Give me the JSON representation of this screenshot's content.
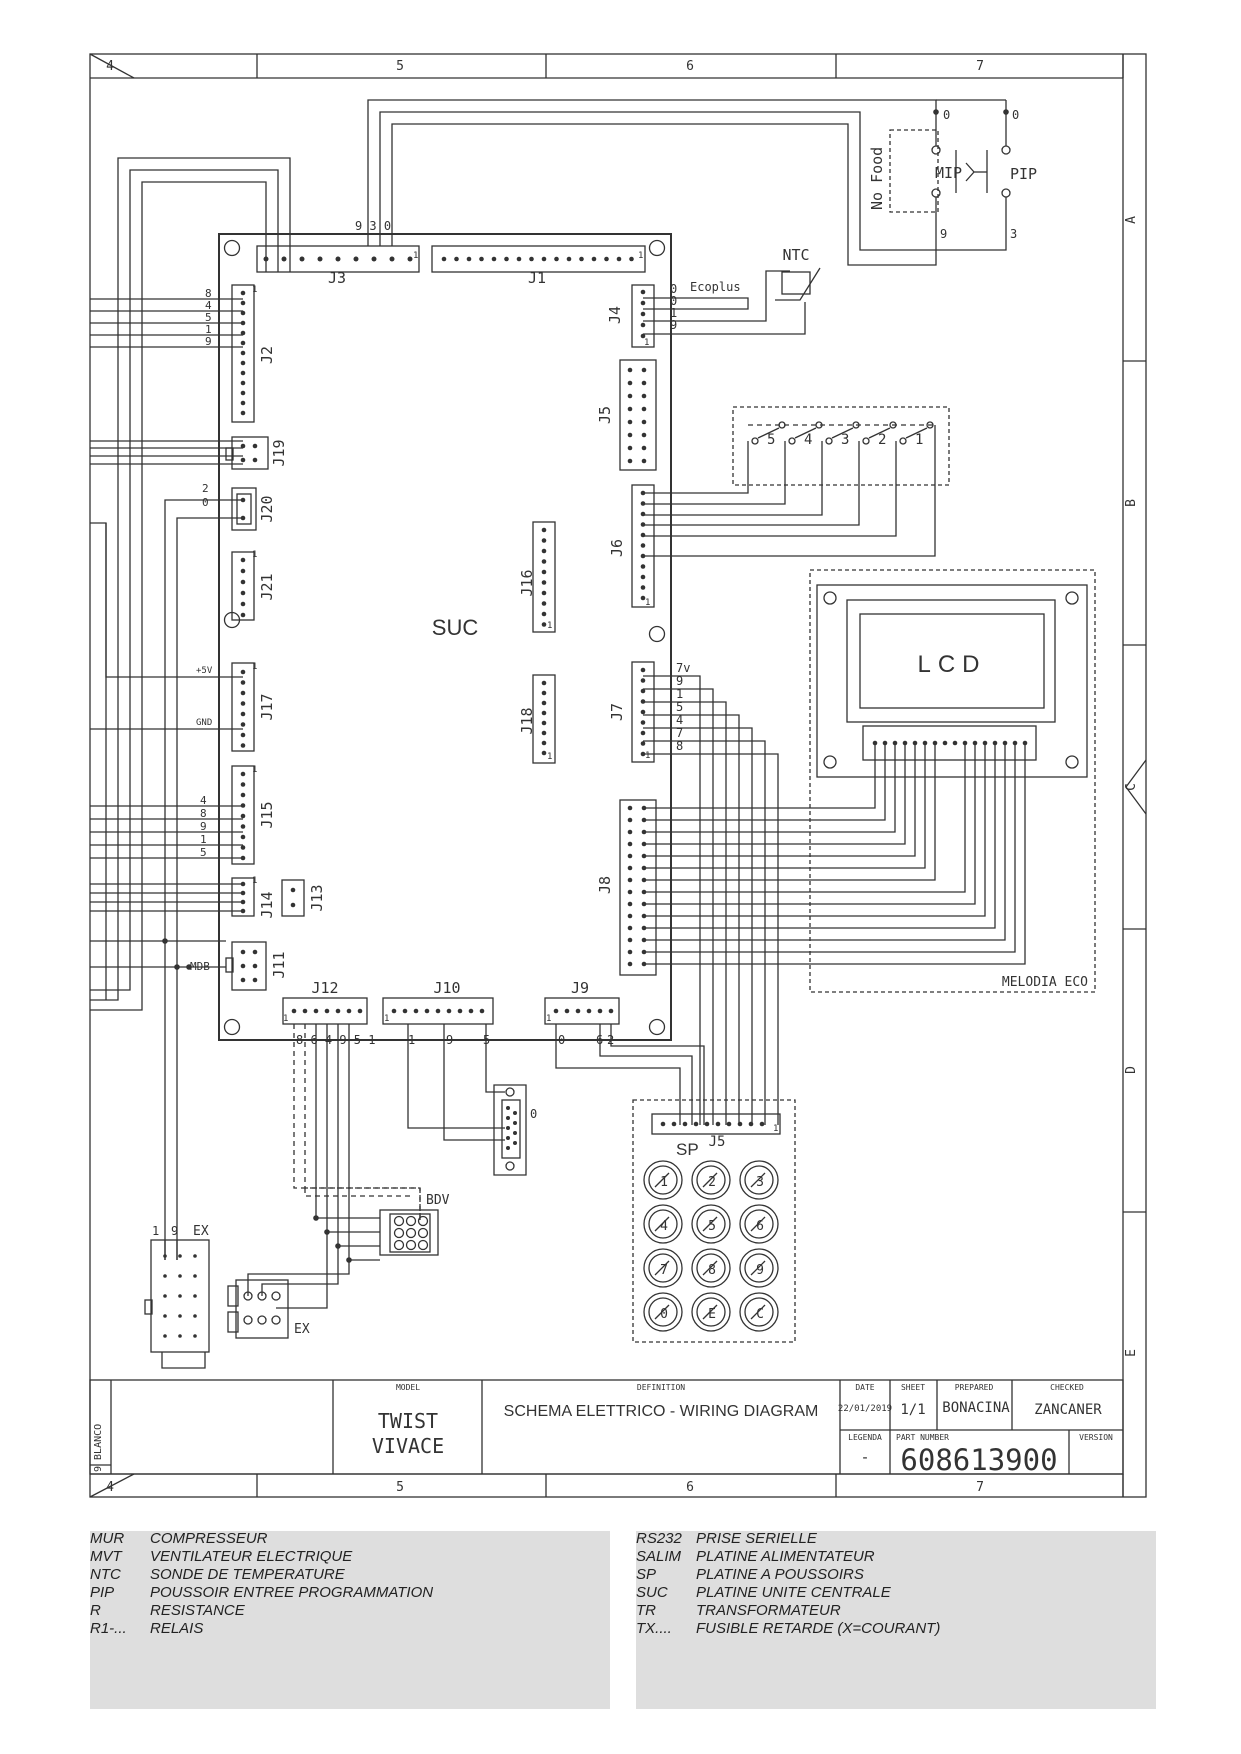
{
  "frame": {
    "columns_top": [
      "4",
      "5",
      "6",
      "7"
    ],
    "columns_bottom": [
      "4",
      "5",
      "6",
      "7"
    ],
    "rows": [
      "A",
      "B",
      "C",
      "D",
      "E"
    ]
  },
  "board": {
    "name": "SUC",
    "connectors": {
      "j1": "J1",
      "j2": "J2",
      "j3": "J3",
      "j4": "J4",
      "j5": "J5",
      "j6": "J6",
      "j7": "J7",
      "j8": "J8",
      "j9": "J9",
      "j10": "J10",
      "j11": "J11",
      "j12": "J12",
      "j13": "J13",
      "j14": "J14",
      "j15": "J15",
      "j16": "J16",
      "j17": "J17",
      "j18": "J18",
      "j19": "J19",
      "j20": "J20",
      "j21": "J21"
    },
    "j3_wires": "9 3 0",
    "j2_wires": [
      "8",
      "4",
      "5",
      "1",
      "9"
    ],
    "j20_wires": [
      "2",
      "0"
    ],
    "j17_labels": [
      "+5V",
      "GND"
    ],
    "j15_wires": [
      "4",
      "8",
      "9",
      "1",
      "5"
    ],
    "j4_wires": [
      "0",
      "0",
      "1",
      "9"
    ],
    "j7_wires": [
      "7v",
      "9",
      "1",
      "5",
      "4",
      "7",
      "8"
    ],
    "j12_wires": "8 6 4 9 5 1",
    "j10_wires": [
      "1",
      "9",
      "5"
    ],
    "j9_wires": [
      "0",
      "6",
      "2"
    ],
    "mdb": "MDB",
    "pin1": "1"
  },
  "components": {
    "ecoplus": "Ecoplus",
    "ntc": "NTC",
    "mip": "MIP",
    "pip": "PIP",
    "no_food": "No Food",
    "sw_terms": [
      "0",
      "0",
      "9",
      "3"
    ],
    "selector_contacts": [
      "5",
      "4",
      "3",
      "2",
      "1"
    ],
    "lcd": "LCD",
    "melodia": "MELODIA ECO",
    "bdv": "BDV",
    "rs232_pin": "0",
    "sp": "SP",
    "sp_conn": "J5",
    "keys": [
      "1",
      "2",
      "3",
      "4",
      "5",
      "6",
      "7",
      "8",
      "9",
      "0",
      "E",
      "C"
    ],
    "ex_top": "EX",
    "ex_top_wires": [
      "1",
      "9"
    ],
    "ex_bottom": "EX"
  },
  "title_block": {
    "model_label": "MODEL",
    "model_line1": "TWIST",
    "model_line2": "VIVACE",
    "definition_label": "DEFINITION",
    "definition": "SCHEMA ELETTRICO - WIRING DIAGRAM",
    "date_label": "DATE",
    "date": "22/01/2019",
    "sheet_label": "SHEET",
    "sheet": "1/1",
    "prepared_label": "PREPARED",
    "prepared": "BONACINA",
    "checked_label": "CHECKED",
    "checked": "ZANCANER",
    "legenda_label": "LEGENDA",
    "legenda": "-",
    "part_label": "PART NUMBER",
    "part_number": "608613900",
    "version_label": "VERSION",
    "side_text": "9 BLANCO"
  },
  "legend_left": [
    {
      "code": "MUR",
      "text": "COMPRESSEUR"
    },
    {
      "code": "MVT",
      "text": "VENTILATEUR ELECTRIQUE"
    },
    {
      "code": "NTC",
      "text": "SONDE DE TEMPERATURE"
    },
    {
      "code": "PIP",
      "text": "POUSSOIR ENTREE PROGRAMMATION"
    },
    {
      "code": "R",
      "text": "RESISTANCE"
    },
    {
      "code": "R1-...",
      "text": "RELAIS"
    }
  ],
  "legend_right": [
    {
      "code": "RS232",
      "text": "PRISE SERIELLE"
    },
    {
      "code": "SALIM",
      "text": "PLATINE ALIMENTATEUR"
    },
    {
      "code": "SP",
      "text": "PLATINE A POUSSOIRS"
    },
    {
      "code": "SUC",
      "text": "PLATINE UNITE CENTRALE"
    },
    {
      "code": "TR",
      "text": "TRANSFORMATEUR"
    },
    {
      "code": "TX....",
      "text": "FUSIBLE RETARDE (X=COURANT)"
    }
  ]
}
